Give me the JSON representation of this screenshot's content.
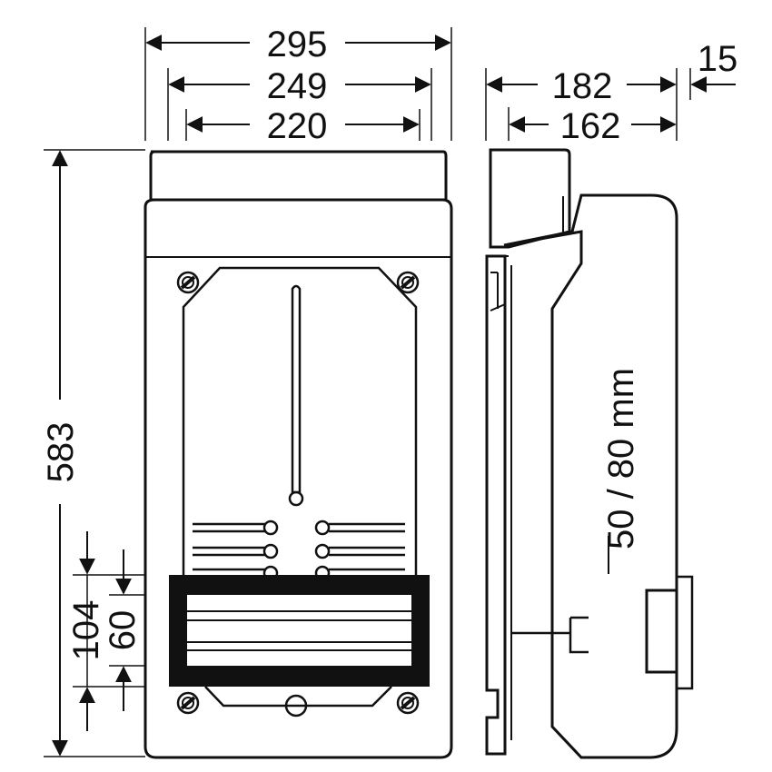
{
  "dimensions": {
    "front_width_outer": "295",
    "front_width_middle": "249",
    "front_width_inner": "220",
    "side_depth": "182",
    "side_depth_inner": "162",
    "side_offset": "15",
    "height": "583",
    "din_rail_height": "104",
    "din_window_height": "60"
  },
  "labels": {
    "side_note": "50 / 80 mm"
  },
  "colors": {
    "line": "#111111",
    "background": "#ffffff"
  }
}
